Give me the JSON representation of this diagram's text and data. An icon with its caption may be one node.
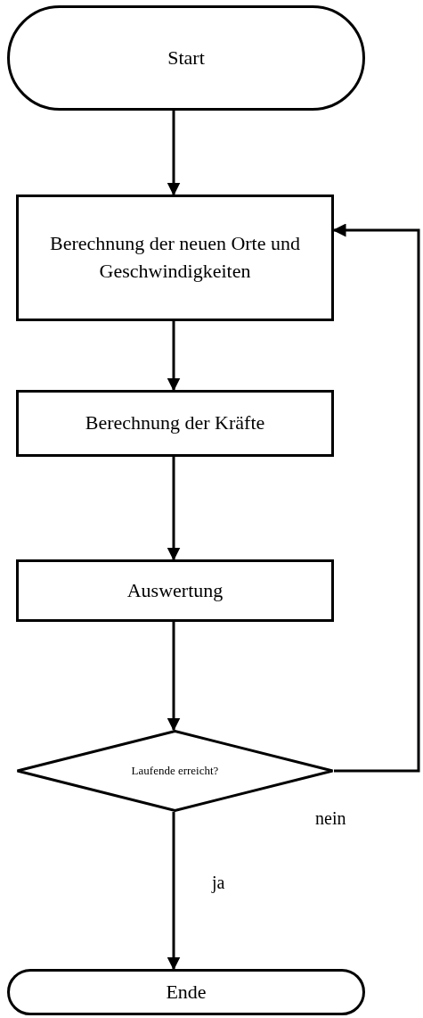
{
  "diagram": {
    "nodes": [
      {
        "text": [
          "Start"
        ]
      },
      {
        "text": [
          "Berechnung der neuen Orte und Geschwindigkeiten"
        ]
      },
      {
        "text": [
          "Berechnung der Kräfte"
        ]
      },
      {
        "text": [
          "Auswertung"
        ]
      },
      {
        "text": [
          "Laufende erreicht?"
        ]
      },
      {
        "text": [
          "Ende"
        ]
      }
    ],
    "edges": [
      {
        "from": 0,
        "to": 1,
        "arrow": "to"
      },
      {
        "from": 1,
        "to": 2,
        "arrow": "to"
      },
      {
        "from": 2,
        "to": 3,
        "arrow": "to"
      },
      {
        "from": 3,
        "to": 4,
        "arrow": "to"
      },
      {
        "from": 4,
        "to": 1,
        "arrow": "to",
        "label": "nein"
      },
      {
        "from": 4,
        "to": 5,
        "arrow": "to",
        "label": "ja"
      }
    ]
  }
}
